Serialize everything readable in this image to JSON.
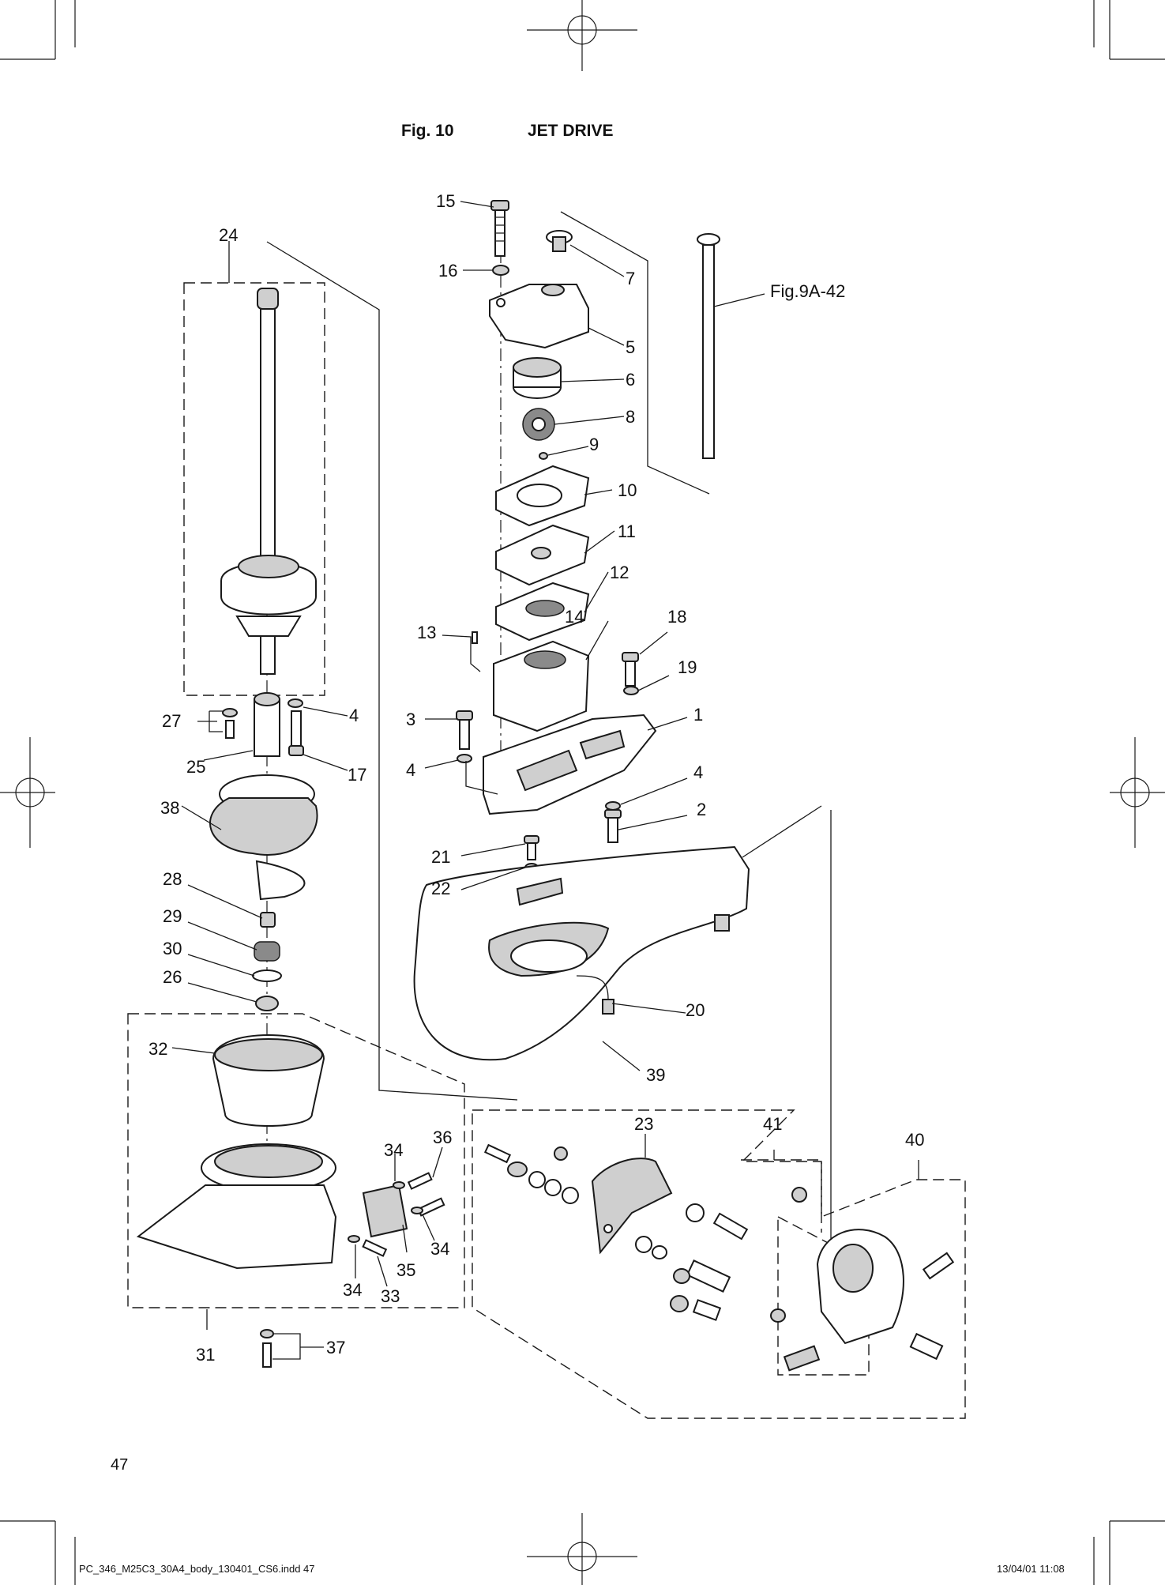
{
  "figure": {
    "number": "Fig. 10",
    "title": "JET DRIVE"
  },
  "callouts": {
    "c1": "1",
    "c2": "2",
    "c3": "3",
    "c4a": "4",
    "c4b": "4",
    "c4c": "4",
    "c5": "5",
    "c6": "6",
    "c7": "7",
    "c8": "8",
    "c9": "9",
    "c10": "10",
    "c11": "11",
    "c12": "12",
    "c13": "13",
    "c14": "14",
    "c15": "15",
    "c16": "16",
    "c17": "17",
    "c18": "18",
    "c19": "19",
    "c20": "20",
    "c21": "21",
    "c22": "22",
    "c23": "23",
    "c24": "24",
    "c25": "25",
    "c26": "26",
    "c27": "27",
    "c28": "28",
    "c29": "29",
    "c30": "30",
    "c31": "31",
    "c32": "32",
    "c33": "33",
    "c34a": "34",
    "c34b": "34",
    "c34c": "34",
    "c35": "35",
    "c36": "36",
    "c37": "37",
    "c38": "38",
    "c39": "39",
    "c40": "40",
    "c41": "41"
  },
  "reference": {
    "label": "Fig.9A-42"
  },
  "page": {
    "number": "47",
    "file_info": "PC_346_M25C3_30A4_body_130401_CS6.indd   47",
    "timestamp": "13/04/01   11:08"
  }
}
